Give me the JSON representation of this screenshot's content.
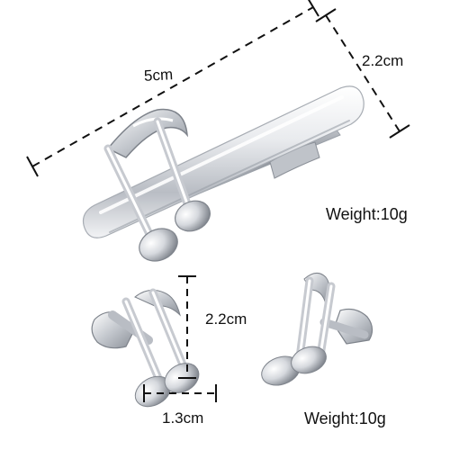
{
  "dimensions": {
    "tie_bar_length": "5cm",
    "tie_bar_height": "2.2cm",
    "cufflink_height": "2.2cm",
    "cufflink_width": "1.3cm"
  },
  "weights": {
    "tie_bar": "Weight:10g",
    "cufflinks": "Weight:10g"
  },
  "colors": {
    "background": "#ffffff",
    "silver_light": "#f4f5f7",
    "silver_mid": "#c9ccd2",
    "silver_dark": "#7e838b",
    "dimension_line": "#111111"
  }
}
